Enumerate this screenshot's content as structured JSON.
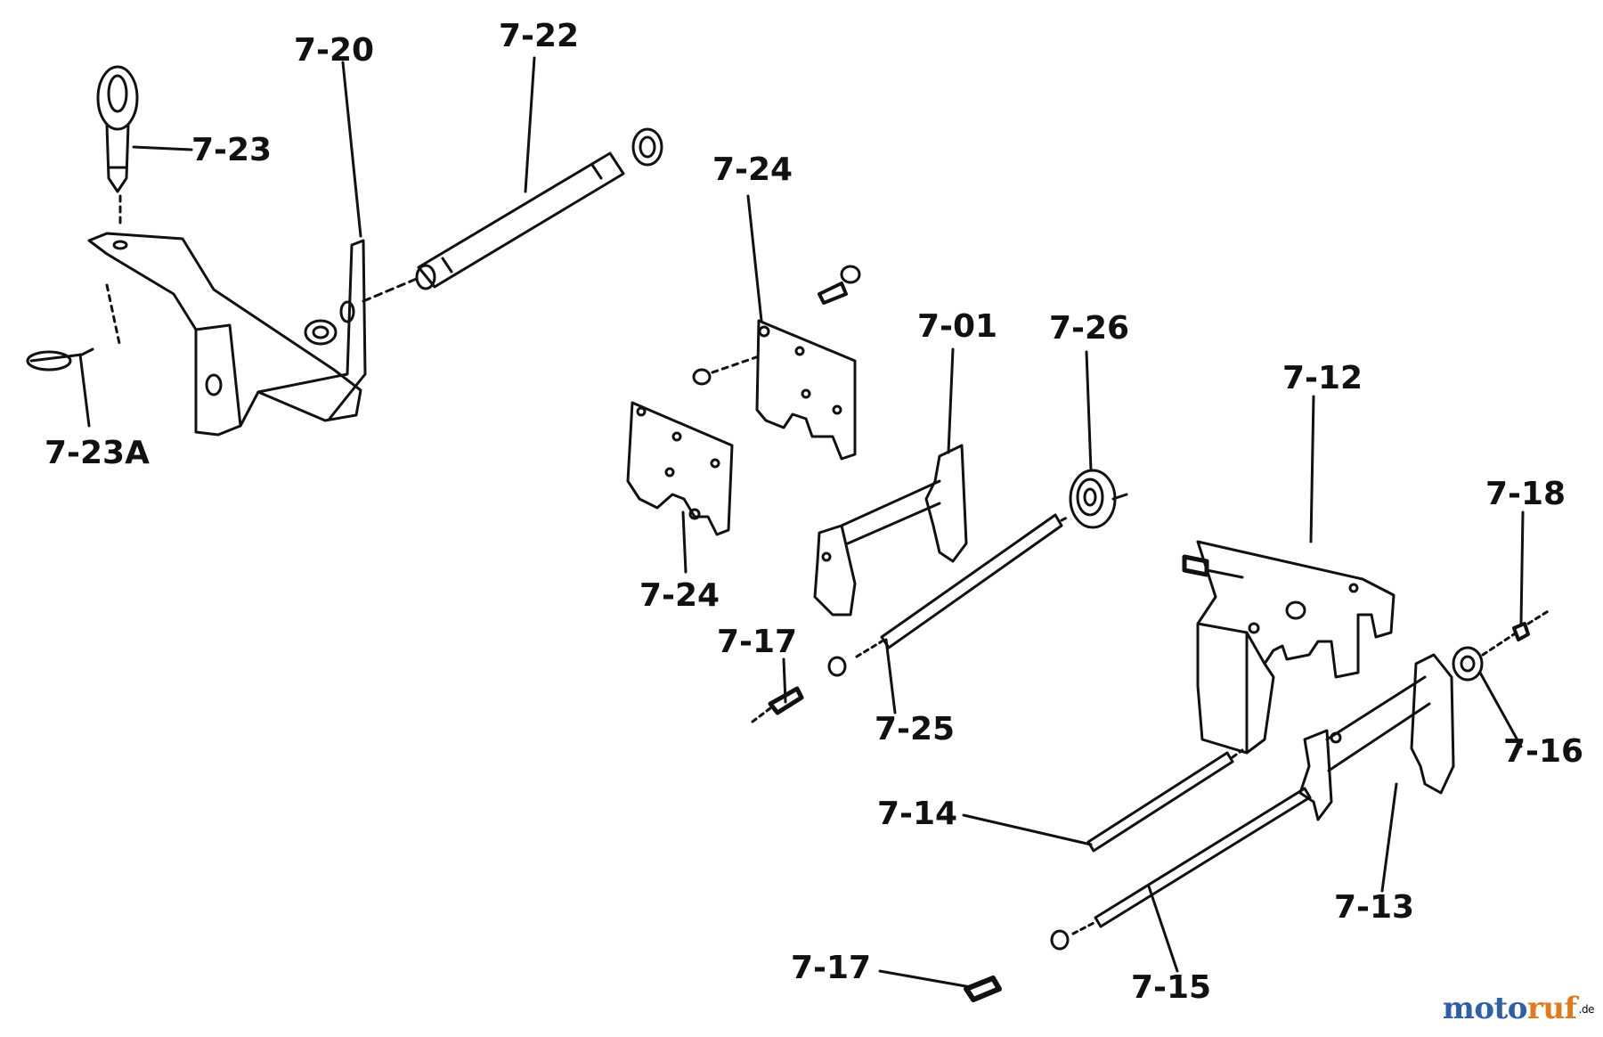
{
  "labels": {
    "p7_01": "7-01",
    "p7_12": "7-12",
    "p7_13": "7-13",
    "p7_14": "7-14",
    "p7_15": "7-15",
    "p7_16": "7-16",
    "p7_17a": "7-17",
    "p7_17b": "7-17",
    "p7_18": "7-18",
    "p7_20": "7-20",
    "p7_22": "7-22",
    "p7_23": "7-23",
    "p7_23a": "7-23A",
    "p7_24a": "7-24",
    "p7_24b": "7-24",
    "p7_25": "7-25",
    "p7_26": "7-26"
  },
  "watermark": {
    "part1": "moto",
    "part2": "ruf",
    "suffix": ".de",
    "colors": {
      "part1": "#2f5fa8",
      "part2": "#e07a1f"
    }
  },
  "colors": {
    "ink": "#111111",
    "background": "#ffffff"
  }
}
